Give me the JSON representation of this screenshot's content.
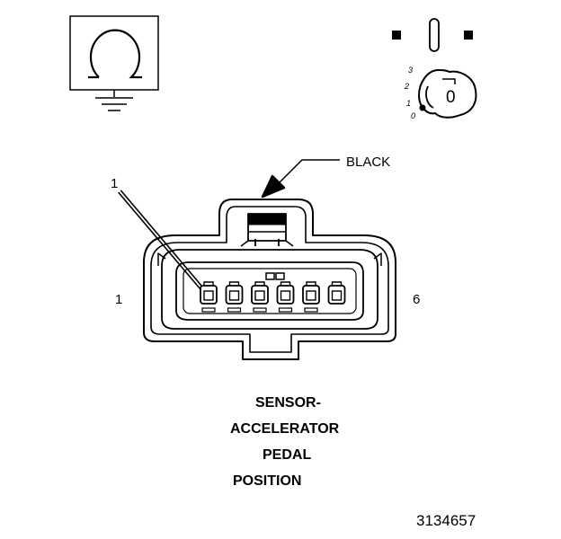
{
  "symbols": {
    "ohmmeter": "ohm-ground-symbol",
    "ignition": "ignition-key-off-symbol",
    "key_positions": [
      "3",
      "2",
      "1",
      "0"
    ],
    "key_letter": "0"
  },
  "connector": {
    "color_label": "BLACK",
    "callout_number": "1",
    "left_pin_label": "1",
    "right_pin_label": "6",
    "cavity_count": 6
  },
  "title": {
    "line1": "SENSOR-",
    "line2": "ACCELERATOR",
    "line3": "PEDAL",
    "line4": "POSITION"
  },
  "figure_id": "3134657"
}
